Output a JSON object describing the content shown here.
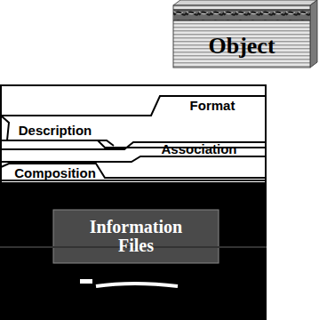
{
  "diagram": {
    "nodes": [
      {
        "text": [
          "Object"
        ]
      },
      {
        "text": [
          "Format"
        ]
      },
      {
        "text": [
          "Description"
        ]
      },
      {
        "text": [
          "Association"
        ]
      },
      {
        "text": [
          "Composition"
        ]
      },
      {
        "text": [
          "Information Files"
        ]
      }
    ]
  }
}
